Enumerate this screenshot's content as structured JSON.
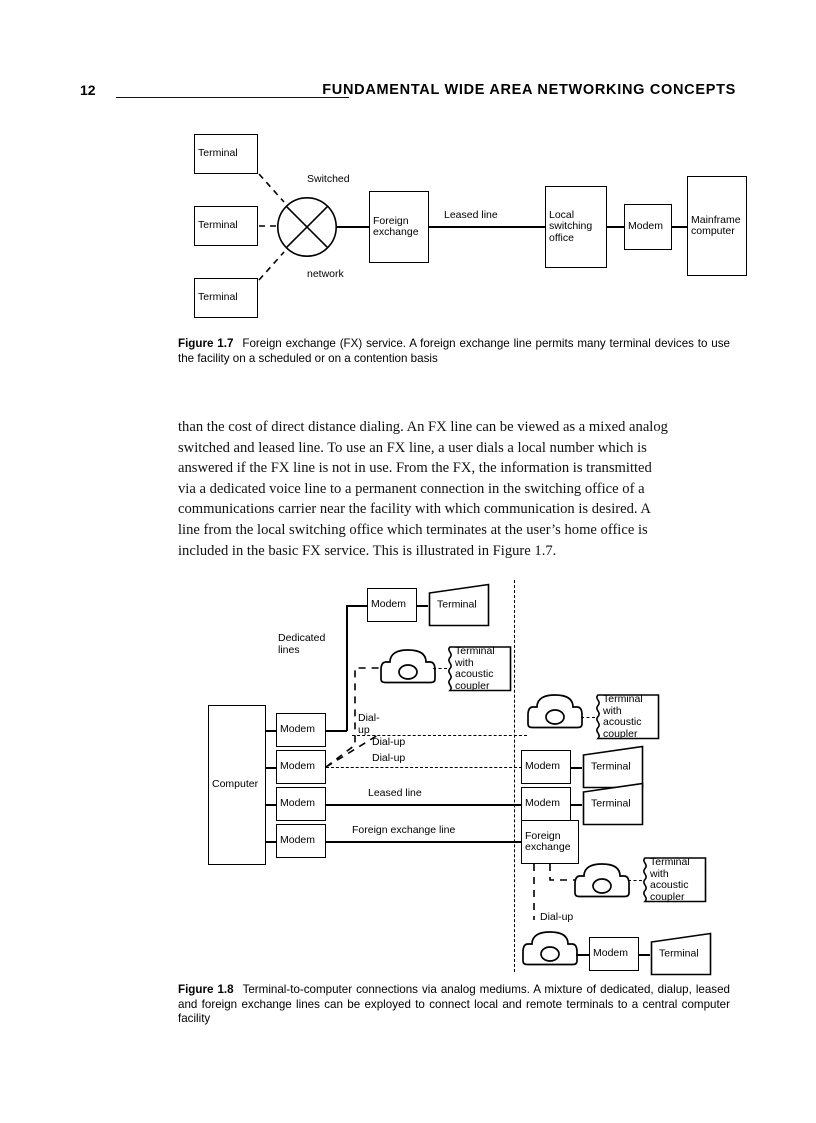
{
  "header": {
    "folio": "12",
    "title": "FUNDAMENTAL WIDE AREA NETWORKING CONCEPTS"
  },
  "figure_1_7": {
    "nodes": {
      "terminal_1": "Terminal",
      "terminal_2": "Terminal",
      "terminal_3": "Terminal",
      "foreign_exchange": "Foreign\nexchange",
      "local_switching_office": "Local\nswitching\noffice",
      "modem": "Modem",
      "mainframe": "Mainframe\ncomputer"
    },
    "labels": {
      "switched": "Switched",
      "network": "network",
      "leased_line": "Leased line"
    },
    "caption": {
      "number": "Figure 1.7",
      "text": "Foreign exchange (FX) service. A foreign exchange line permits many terminal devices to use the facility on a scheduled or on a contention basis"
    }
  },
  "body_paragraph": {
    "lines": [
      "than the cost of direct distance dialing. An FX line can be viewed as a mixed analog",
      "switched and leased line. To use an FX line, a user dials a local number which is",
      "answered if the FX line is not in use. From the FX, the information is transmitted",
      "via a dedicated voice line to a permanent connection in the switching office of a",
      "communications carrier near the facility with which communication is desired. A",
      "line from the local switching office which terminates at the user’s home office is",
      "included in the basic FX service. This is illustrated in Figure 1.7."
    ]
  },
  "figure_1_8": {
    "nodes": {
      "computer": "Computer",
      "modem_left_1": "Modem",
      "modem_left_2": "Modem",
      "modem_left_3": "Modem",
      "modem_left_4": "Modem",
      "modem_top": "Modem",
      "terminal_top": "Terminal",
      "terminal_acoustic_near": "Terminal\nwith acoustic\ncoupler",
      "terminal_acoustic_right": "Terminal\nwith acoustic\ncoupler",
      "modem_right_1": "Modem",
      "terminal_right_1": "Terminal",
      "modem_right_2": "Modem",
      "terminal_right_2": "Terminal",
      "foreign_exchange": "Foreign\nexchange",
      "terminal_acoustic_bottom": "Terminal\nwith acoustic\ncoupler",
      "modem_bottom": "Modem",
      "terminal_bottom": "Terminal"
    },
    "labels": {
      "dedicated_lines": "Dedicated\nlines",
      "dial_up_1": "Dial-\nup",
      "dial_up_2": "Dial-up",
      "dial_up_3": "Dial-up",
      "leased_line": "Leased line",
      "foreign_exchange_line": "Foreign exchange line",
      "dial_up_bottom": "Dial-up"
    },
    "caption": {
      "number": "Figure 1.8",
      "text": "Terminal-to-computer connections via analog mediums. A mixture of dedicated, dialup, leased and foreign exchange lines can be exployed to connect local and remote terminals to a central computer facility"
    }
  }
}
